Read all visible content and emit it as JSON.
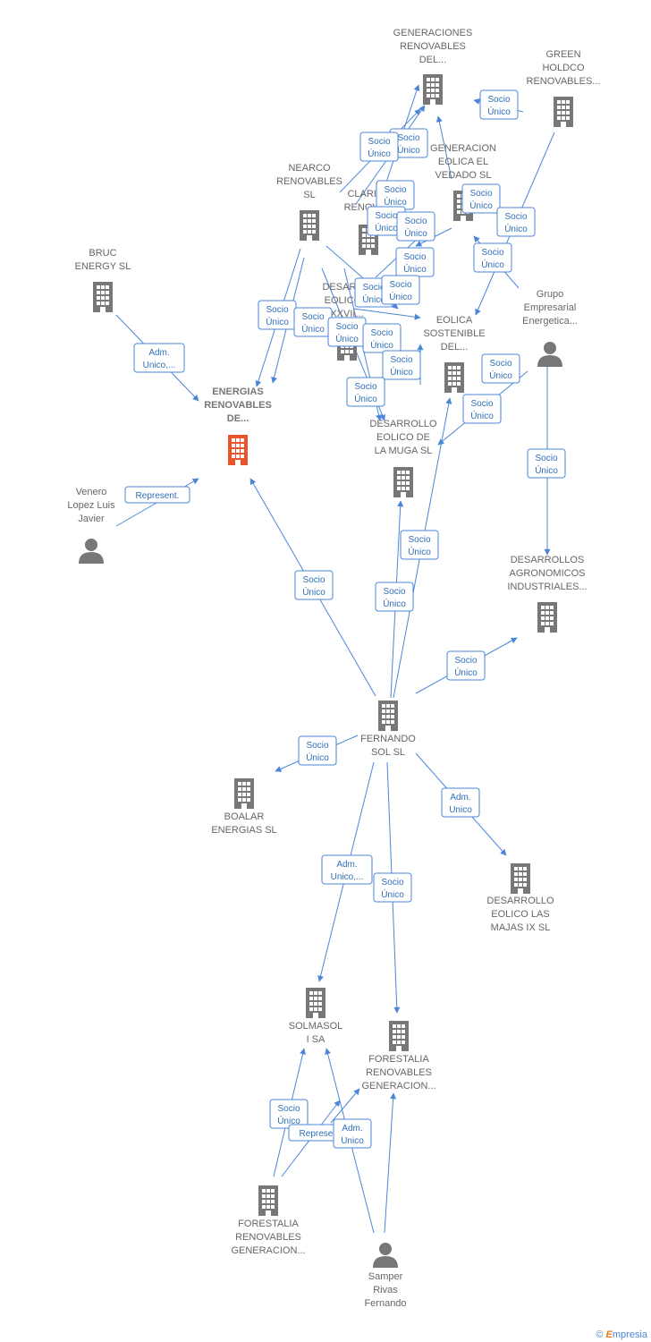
{
  "nodes": [
    {
      "id": "generaciones",
      "type": "company",
      "lines": [
        "GENERACIONES",
        "RENOVABLES",
        "DEL..."
      ]
    },
    {
      "id": "green",
      "type": "company",
      "lines": [
        "GREEN",
        "HOLDCO",
        "RENOVABLES..."
      ]
    },
    {
      "id": "generacion_vedado",
      "type": "company",
      "lines": [
        "GENERACION",
        "EOLICA EL",
        "VEDADO SL"
      ]
    },
    {
      "id": "nearco",
      "type": "company",
      "lines": [
        "NEARCO",
        "RENOVABLES",
        "SL"
      ]
    },
    {
      "id": "clariss",
      "type": "company",
      "lines": [
        "CLARISS",
        "RENOVA..."
      ]
    },
    {
      "id": "bruc",
      "type": "company",
      "lines": [
        "BRUC",
        "ENERGY SL"
      ]
    },
    {
      "id": "desarrollo_eolico",
      "type": "company",
      "lines": [
        "DESARR...",
        "EOLICO...",
        "XXVII..."
      ]
    },
    {
      "id": "grupo",
      "type": "person",
      "lines": [
        "Grupo",
        "Empresarial",
        "Energetica..."
      ]
    },
    {
      "id": "eolica_sostenible",
      "type": "company",
      "lines": [
        "EOLICA",
        "SOSTENIBLE",
        "DEL..."
      ]
    },
    {
      "id": "energias",
      "type": "company",
      "main": true,
      "lines": [
        "ENERGIAS",
        "RENOVABLES",
        "DE..."
      ]
    },
    {
      "id": "muga",
      "type": "company",
      "lines": [
        "DESARROLLO",
        "EOLICO DE",
        "LA MUGA SL"
      ]
    },
    {
      "id": "venero",
      "type": "person",
      "lines": [
        "Venero",
        "Lopez Luis",
        "Javier"
      ]
    },
    {
      "id": "agronomicos",
      "type": "company",
      "lines": [
        "DESARROLLOS",
        "AGRONOMICOS",
        "INDUSTRIALES..."
      ]
    },
    {
      "id": "fernando",
      "type": "company",
      "lines": [
        "FERNANDO",
        "SOL SL"
      ]
    },
    {
      "id": "boalar",
      "type": "company",
      "lines": [
        "BOALAR",
        "ENERGIAS SL"
      ]
    },
    {
      "id": "majas",
      "type": "company",
      "lines": [
        "DESARROLLO",
        "EOLICO LAS",
        "MAJAS IX SL"
      ]
    },
    {
      "id": "solmasol",
      "type": "company",
      "lines": [
        "SOLMASOL",
        "I SA"
      ]
    },
    {
      "id": "forestalia1",
      "type": "company",
      "lines": [
        "FORESTALIA",
        "RENOVABLES",
        "GENERACION..."
      ]
    },
    {
      "id": "forestalia2",
      "type": "company",
      "lines": [
        "FORESTALIA",
        "RENOVABLES",
        "GENERACION..."
      ]
    },
    {
      "id": "samper",
      "type": "person",
      "lines": [
        "Samper",
        "Rivas",
        "Fernando"
      ]
    }
  ],
  "badges": [
    {
      "lines": [
        "Socio",
        "Único"
      ]
    },
    {
      "lines": [
        "Socio",
        "Único"
      ]
    },
    {
      "lines": [
        "Socio",
        "Único"
      ]
    },
    {
      "lines": [
        "Socio",
        "Único"
      ]
    },
    {
      "lines": [
        "Socio",
        "Único"
      ]
    },
    {
      "lines": [
        "Socio",
        "Único"
      ]
    },
    {
      "lines": [
        "Socio",
        "Único"
      ]
    },
    {
      "lines": [
        "Socio",
        "Único"
      ]
    },
    {
      "lines": [
        "Socio",
        "Único"
      ]
    },
    {
      "lines": [
        "Socio",
        "Único"
      ]
    },
    {
      "lines": [
        "Socio",
        "Único"
      ]
    },
    {
      "lines": [
        "Socio",
        "Único"
      ]
    },
    {
      "lines": [
        "Socio",
        "Único"
      ]
    },
    {
      "lines": [
        "Socio",
        "Único"
      ]
    },
    {
      "lines": [
        "Socio",
        "Único"
      ]
    },
    {
      "lines": [
        "Socio",
        "Único"
      ]
    },
    {
      "lines": [
        "Socio",
        "Único"
      ]
    },
    {
      "lines": [
        "Socio",
        "Único"
      ]
    },
    {
      "lines": [
        "Socio",
        "Único"
      ]
    },
    {
      "lines": [
        "Adm.",
        "Unico,..."
      ]
    },
    {
      "lines": [
        "Represent."
      ]
    },
    {
      "lines": [
        "Socio",
        "Único"
      ]
    },
    {
      "lines": [
        "Socio",
        "Único"
      ]
    },
    {
      "lines": [
        "Socio",
        "Único"
      ]
    },
    {
      "lines": [
        "Socio",
        "Único"
      ]
    },
    {
      "lines": [
        "Socio",
        "Único"
      ]
    },
    {
      "lines": [
        "Socio",
        "Único"
      ]
    },
    {
      "lines": [
        "Socio",
        "Único"
      ]
    },
    {
      "lines": [
        "Adm.",
        "Unico"
      ]
    },
    {
      "lines": [
        "Adm.",
        "Unico,..."
      ]
    },
    {
      "lines": [
        "Socio",
        "Único"
      ]
    },
    {
      "lines": [
        "Socio",
        "Único"
      ]
    },
    {
      "lines": [
        "Represent."
      ]
    },
    {
      "lines": [
        "Adm.",
        "Unico"
      ]
    }
  ],
  "footer": {
    "copyright": "©",
    "brand_initial": "E",
    "brand_rest": "mpresia"
  },
  "colors": {
    "edge": "#4a86d8",
    "node": "#777777",
    "main_node": "#e8552a",
    "badge_text": "#2f6fb8"
  }
}
